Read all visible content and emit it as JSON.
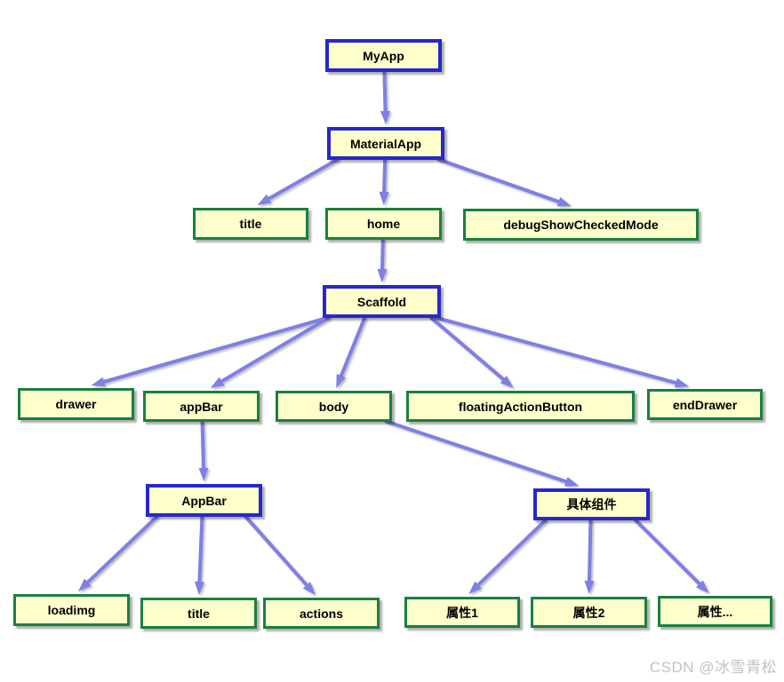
{
  "nodes": {
    "myapp": {
      "label": "MyApp",
      "type": "widget"
    },
    "materialapp": {
      "label": "MaterialApp",
      "type": "widget"
    },
    "title1": {
      "label": "title",
      "type": "prop"
    },
    "home": {
      "label": "home",
      "type": "prop"
    },
    "debug": {
      "label": "debugShowCheckedMode",
      "type": "prop"
    },
    "scaffold": {
      "label": "Scaffold",
      "type": "widget"
    },
    "drawer": {
      "label": "drawer",
      "type": "prop"
    },
    "appbar_prop": {
      "label": "appBar",
      "type": "prop"
    },
    "body": {
      "label": "body",
      "type": "prop"
    },
    "fab": {
      "label": "floatingActionButton",
      "type": "prop"
    },
    "enddrawer": {
      "label": "endDrawer",
      "type": "prop"
    },
    "appbar_widget": {
      "label": "AppBar",
      "type": "widget"
    },
    "concrete": {
      "label": "具体组件",
      "type": "widget"
    },
    "loadimg": {
      "label": "loadimg",
      "type": "prop"
    },
    "title2": {
      "label": "title",
      "type": "prop"
    },
    "actions": {
      "label": "actions",
      "type": "prop"
    },
    "prop1": {
      "label": "属性1",
      "type": "prop"
    },
    "prop2": {
      "label": "属性2",
      "type": "prop"
    },
    "prop3": {
      "label": "属性...",
      "type": "prop"
    }
  },
  "edges": [
    {
      "from": "myapp",
      "to": "materialapp"
    },
    {
      "from": "materialapp",
      "to": "title1"
    },
    {
      "from": "materialapp",
      "to": "home"
    },
    {
      "from": "materialapp",
      "to": "debug"
    },
    {
      "from": "home",
      "to": "scaffold"
    },
    {
      "from": "scaffold",
      "to": "drawer"
    },
    {
      "from": "scaffold",
      "to": "appbar_prop"
    },
    {
      "from": "scaffold",
      "to": "body"
    },
    {
      "from": "scaffold",
      "to": "fab"
    },
    {
      "from": "scaffold",
      "to": "enddrawer"
    },
    {
      "from": "appbar_prop",
      "to": "appbar_widget"
    },
    {
      "from": "body",
      "to": "concrete"
    },
    {
      "from": "appbar_widget",
      "to": "loadimg"
    },
    {
      "from": "appbar_widget",
      "to": "title2"
    },
    {
      "from": "appbar_widget",
      "to": "actions"
    },
    {
      "from": "concrete",
      "to": "prop1"
    },
    {
      "from": "concrete",
      "to": "prop2"
    },
    {
      "from": "concrete",
      "to": "prop3"
    }
  ],
  "watermark": {
    "text": "CSDN @冰雪青松"
  },
  "colors": {
    "widget_border": "#2727cd",
    "prop_border": "#17813f",
    "arrow": "#7f7fe6",
    "node_bg": "#ffffcc",
    "watermark": "#c2c2c2"
  }
}
